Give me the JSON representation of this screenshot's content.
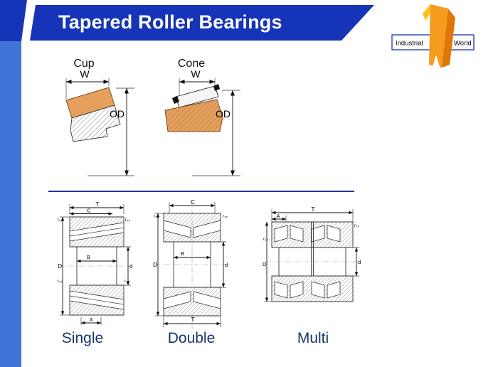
{
  "header": {
    "title": "Tapered Roller Bearings"
  },
  "logo": {
    "left_text": "Industrial",
    "right_text": "World"
  },
  "figures": {
    "cup": {
      "title": "Cup",
      "w": "W",
      "od": "OD"
    },
    "cone": {
      "title": "Cone",
      "w": "W",
      "od": "OD"
    }
  },
  "bearings": {
    "single": {
      "caption": "Single",
      "t": "T",
      "c": "C",
      "b": "B",
      "big_d": "D",
      "small_d": "d",
      "a": "a",
      "r_top_left": "r₂ₛ",
      "r_top_right": "r₄ₛ",
      "r_mid_left": "r₃ₛ",
      "r_mid_right": "r₁ₛ"
    },
    "double": {
      "caption": "Double",
      "c": "C",
      "b": "B",
      "big_d": "D",
      "small_d": "d",
      "t": "T",
      "r_left": "r₁ₛ",
      "r_right": "r₂ₛ"
    },
    "multi": {
      "caption": "Multi",
      "t": "T",
      "a": "A",
      "big_d": "D",
      "small_d": "d",
      "r_left": "r₁ₛ",
      "r_right": "r₂ₛ"
    }
  },
  "colors": {
    "header_blue": "#1634b8",
    "strip_blue": "#4273d8",
    "divider_blue": "#2d2fa0",
    "caption_navy": "#17376b",
    "bearing_tan": "#e5a05f",
    "logo_orange": "#f59b1e",
    "logo_orange_dark": "#de7608",
    "logo_yellow": "#ffc21e"
  }
}
